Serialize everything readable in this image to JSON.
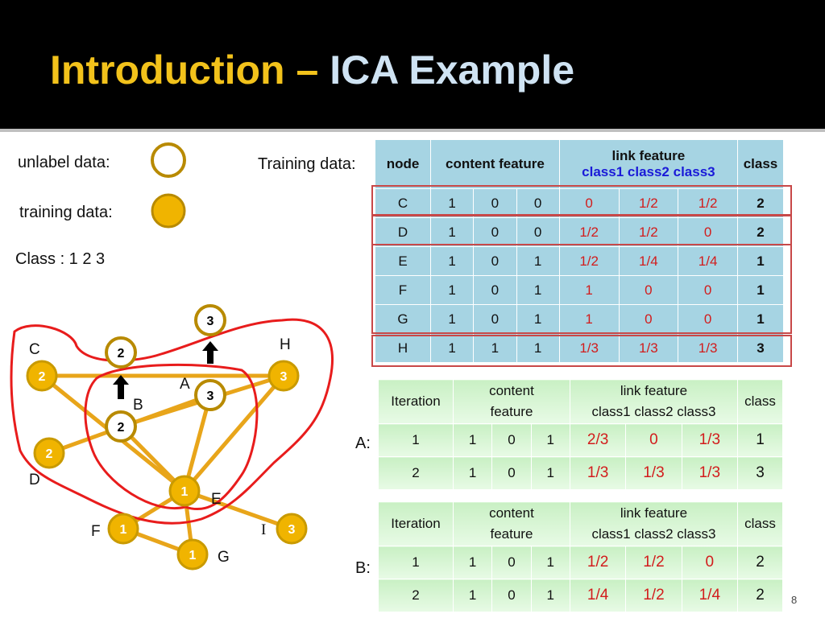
{
  "title": {
    "part1": "Introduction",
    "dash": " – ",
    "part2": "ICA Example"
  },
  "legend": {
    "unlabel": "unlabel data:",
    "training": "training data:",
    "classes_label": "Class :  1   2   3"
  },
  "training_label": "Training data:",
  "training_table": {
    "headers": {
      "node": "node",
      "content": "content feature",
      "link": "link feature",
      "link_classes": "class1  class2  class3",
      "class": "class"
    },
    "rows": [
      {
        "node": "C",
        "c1": "1",
        "c2": "0",
        "c3": "0",
        "l1": "0",
        "l2": "1/2",
        "l3": "1/2",
        "cls": "2"
      },
      {
        "node": "D",
        "c1": "1",
        "c2": "0",
        "c3": "0",
        "l1": "1/2",
        "l2": "1/2",
        "l3": "0",
        "cls": "2"
      },
      {
        "node": "E",
        "c1": "1",
        "c2": "0",
        "c3": "1",
        "l1": "1/2",
        "l2": "1/4",
        "l3": "1/4",
        "cls": "1"
      },
      {
        "node": "F",
        "c1": "1",
        "c2": "0",
        "c3": "1",
        "l1": "1",
        "l2": "0",
        "l3": "0",
        "cls": "1"
      },
      {
        "node": "G",
        "c1": "1",
        "c2": "0",
        "c3": "1",
        "l1": "1",
        "l2": "0",
        "l3": "0",
        "cls": "1"
      },
      {
        "node": "H",
        "c1": "1",
        "c2": "1",
        "c3": "1",
        "l1": "1/3",
        "l2": "1/3",
        "l3": "1/3",
        "cls": "3"
      }
    ]
  },
  "iter_headers": {
    "iteration": "Iteration",
    "content1": "content",
    "content2": "feature",
    "link": "link feature",
    "link_classes": "class1   class2   class3",
    "class": "class"
  },
  "table_a": {
    "label": "A:",
    "rows": [
      {
        "it": "1",
        "c1": "1",
        "c2": "0",
        "c3": "1",
        "l1": "2/3",
        "l2": "0",
        "l3": "1/3",
        "cls": "1"
      },
      {
        "it": "2",
        "c1": "1",
        "c2": "0",
        "c3": "1",
        "l1": "1/3",
        "l2": "1/3",
        "l3": "1/3",
        "cls": "3"
      }
    ]
  },
  "table_b": {
    "label": "B:",
    "rows": [
      {
        "it": "1",
        "c1": "1",
        "c2": "0",
        "c3": "1",
        "l1": "1/2",
        "l2": "1/2",
        "l3": "0",
        "cls": "2"
      },
      {
        "it": "2",
        "c1": "1",
        "c2": "0",
        "c3": "1",
        "l1": "1/4",
        "l2": "1/2",
        "l3": "1/4",
        "cls": "2"
      }
    ]
  },
  "graph": {
    "node_labels": {
      "C": "C",
      "D": "D",
      "E": "E",
      "F": "F",
      "G": "G",
      "H": "H",
      "A": "A",
      "B": "B",
      "I": "I"
    },
    "values": {
      "C": "2",
      "D": "2",
      "E": "1",
      "F": "1",
      "G": "1",
      "H": "3",
      "I": "3",
      "A": "3",
      "B": "2",
      "A_top": "3",
      "B_top": "2"
    }
  },
  "page_number": "8",
  "colors": {
    "gold": "#f0b400",
    "gold_border": "#b88a00",
    "edge": "#e8a51a",
    "red": "#e81c1c",
    "header_bg": "#000000",
    "table_blue": "#a6d4e3"
  }
}
